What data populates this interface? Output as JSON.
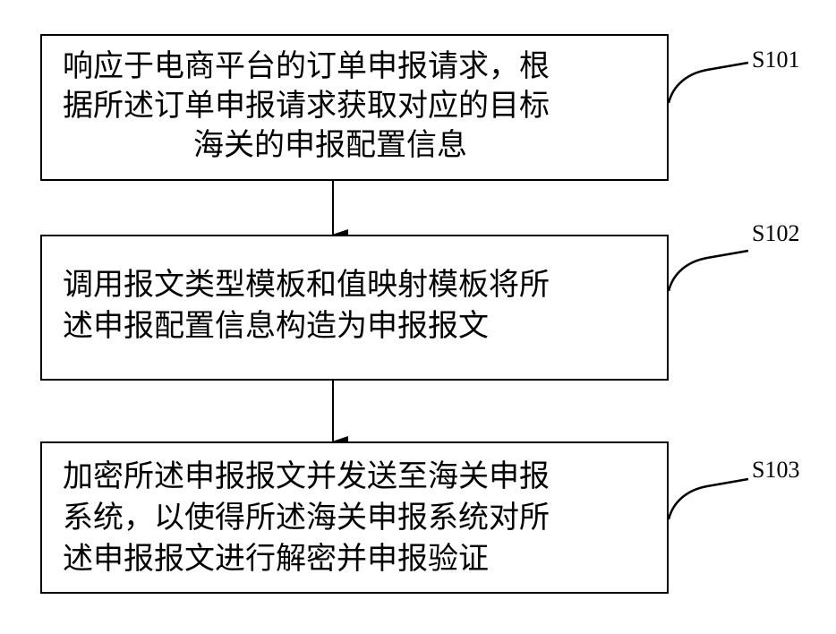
{
  "steps": [
    {
      "id": "S101",
      "lines": [
        "响应于电商平台的订单申报请求，根",
        "据所述订单申报请求获取对应的目标",
        "海关的申报配置信息"
      ]
    },
    {
      "id": "S102",
      "lines": [
        "调用报文类型模板和值映射模板将所",
        "述申报配置信息构造为申报报文"
      ]
    },
    {
      "id": "S103",
      "lines": [
        "加密所述申报报文并发送至海关申报",
        "系统，以使得所述海关申报系统对所",
        "述申报报文进行解密并申报验证"
      ]
    }
  ]
}
